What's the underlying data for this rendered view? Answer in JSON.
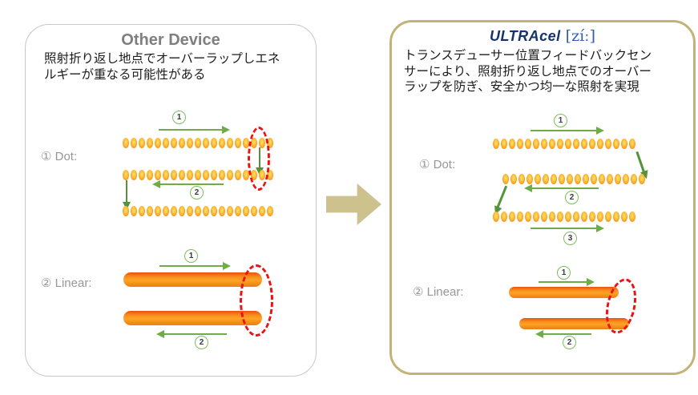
{
  "left_panel": {
    "title": "Other Device",
    "desc_lines": [
      "照射折り返し地点でオーバーラップしエネ",
      "ルギーが重なる可能性がある"
    ],
    "dot_label": "① Dot:",
    "linear_label": "② Linear:",
    "dot_rows": [
      19,
      19,
      19
    ],
    "dot_steps": [
      "1",
      "2"
    ],
    "linear_steps": [
      "1",
      "2"
    ]
  },
  "right_panel": {
    "brand": "ULTRAcel",
    "brand_suffix": "[zíː]",
    "desc_lines": [
      "トランスデューサー位置フィードバックセン",
      "サーにより、照射折り返し地点でのオーバー",
      "ラップを防ぎ、安全かつ均一な照射を実現"
    ],
    "dot_label": "① Dot:",
    "linear_label": "② Linear:",
    "dot_rows": [
      18,
      18,
      18
    ],
    "dot_steps": [
      "1",
      "2",
      "3"
    ],
    "linear_steps": [
      "1",
      "2"
    ]
  },
  "colors": {
    "panel_left_border": "#c7c7c7",
    "panel_right_border": "#c1b476",
    "transition_arrow": "#cdc18e",
    "title_gray": "#7f7f7f",
    "label_gray": "#979797",
    "brand_navy": "#16346c",
    "brand_blue": "#2e5cb8",
    "dot_orange": "#f8981f",
    "bar_orange": "#f88c1a",
    "arrow_green": "#6fac47",
    "overlap_red": "#ee1111"
  },
  "icons": {
    "transition_arrow": "right-block-arrow",
    "overlap_marker": "red-dashed-ellipse"
  }
}
